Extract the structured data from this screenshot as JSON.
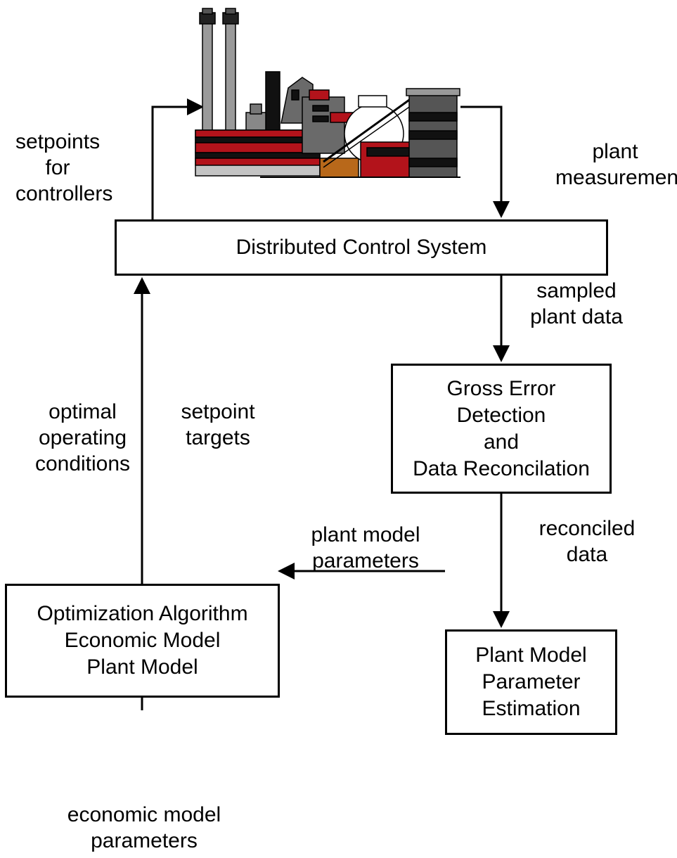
{
  "boxes": {
    "dcs": "Distributed Control System",
    "gross_error": [
      "Gross  Error",
      "Detection",
      "and",
      "Data Reconcilation"
    ],
    "parameter_estimation": [
      "Plant Model",
      "Parameter",
      "Estimation"
    ],
    "optimization": [
      "Optimization Algorithm",
      "Economic Model",
      "Plant Model"
    ]
  },
  "labels": {
    "setpoints_for_controllers": [
      "setpoints",
      "for",
      "controllers"
    ],
    "plant_measurements": [
      "plant",
      "measurements"
    ],
    "sampled_plant_data": [
      "sampled",
      "plant data"
    ],
    "reconciled_data": [
      "reconciled",
      "data"
    ],
    "optimal_operating_conditions": [
      "optimal",
      "operating",
      "conditions"
    ],
    "setpoint_targets": [
      "setpoint",
      "targets"
    ],
    "plant_model_parameters": [
      "plant model",
      "parameters"
    ],
    "economic_model_parameters": [
      "economic model",
      "parameters"
    ]
  },
  "colors": {
    "stroke": "#000000",
    "plant_red": "#b3131b",
    "plant_dark_gray": "#555555",
    "plant_mid_gray": "#8a8a8a",
    "plant_light_gray": "#c4c4c4",
    "plant_brown": "#b8681a"
  },
  "icons": {
    "plant": "industrial-plant-icon"
  }
}
